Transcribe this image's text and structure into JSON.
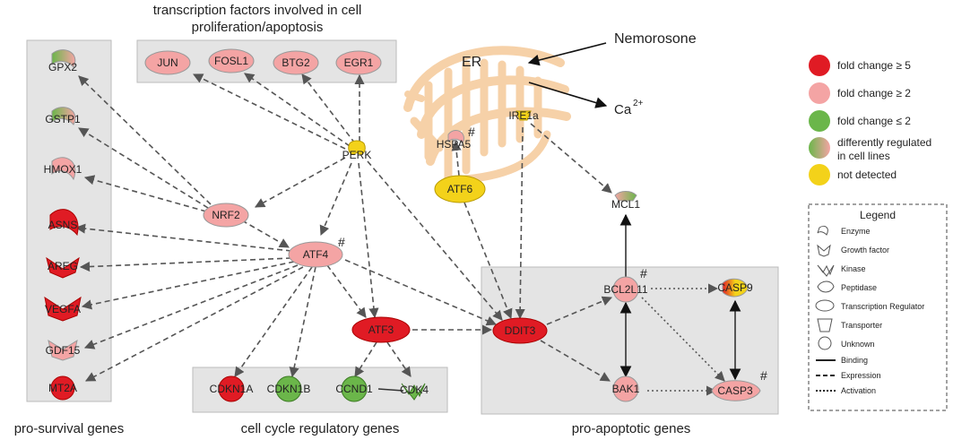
{
  "titles": {
    "transcription_line1": "transcription factors involved in cell",
    "transcription_line2": "proliferation/apoptosis",
    "pro_survival": "pro-survival genes",
    "cell_cycle": "cell cycle regulatory genes",
    "pro_apoptotic": "pro-apoptotic genes"
  },
  "labels": {
    "er": "ER",
    "nemorosone": "Nemorosone",
    "ca": "Ca",
    "ca_sup": "2+",
    "hash": "#"
  },
  "colors": {
    "red": "#e01b24",
    "pink": "#f4a4a4",
    "green": "#6bb64a",
    "yellow": "#f3d21a",
    "er": "#f6cfa4",
    "box": "#e4e4e4"
  },
  "nodes": {
    "gpx2": "GPX2",
    "gstp1": "GSTP1",
    "hmox1": "HMOX1",
    "asns": "ASNS",
    "areg": "AREG",
    "vegfa": "VEGFA",
    "gdf15": "GDF15",
    "mt2a": "MT2A",
    "jun": "JUN",
    "fosl1": "FOSL1",
    "btg2": "BTG2",
    "egr1": "EGR1",
    "perk": "PERK",
    "hspa5": "HSPA5",
    "ire1a": "IRE1a",
    "atf6": "ATF6",
    "nrf2": "NRF2",
    "atf4": "ATF4",
    "atf3": "ATF3",
    "ddit3": "DDIT3",
    "mcl1": "MCL1",
    "bcl2l11": "BCL2L11",
    "casp9": "CASP9",
    "bak1": "BAK1",
    "casp3": "CASP3",
    "cdkn1a": "CDKN1A",
    "cdkn1b": "CDKN1B",
    "ccnd1": "CCND1",
    "cdk4": "CDK4"
  },
  "legend_colors": {
    "fold5": "fold change ≥ 5",
    "fold2": "fold change ≥ 2",
    "foldle2": "fold change ≤ 2",
    "diff_line1": "differently regulated",
    "diff_line2": "in cell lines",
    "notdetected": "not detected"
  },
  "legend_shapes": {
    "title": "Legend",
    "enzyme": "Enzyme",
    "growth": "Growth factor",
    "kinase": "Kinase",
    "peptidase": "Peptidase",
    "transreg": "Transcription Regulator",
    "transporter": "Transporter",
    "unknown": "Unknown",
    "binding": "Binding",
    "expression": "Expression",
    "activation": "Activation"
  }
}
